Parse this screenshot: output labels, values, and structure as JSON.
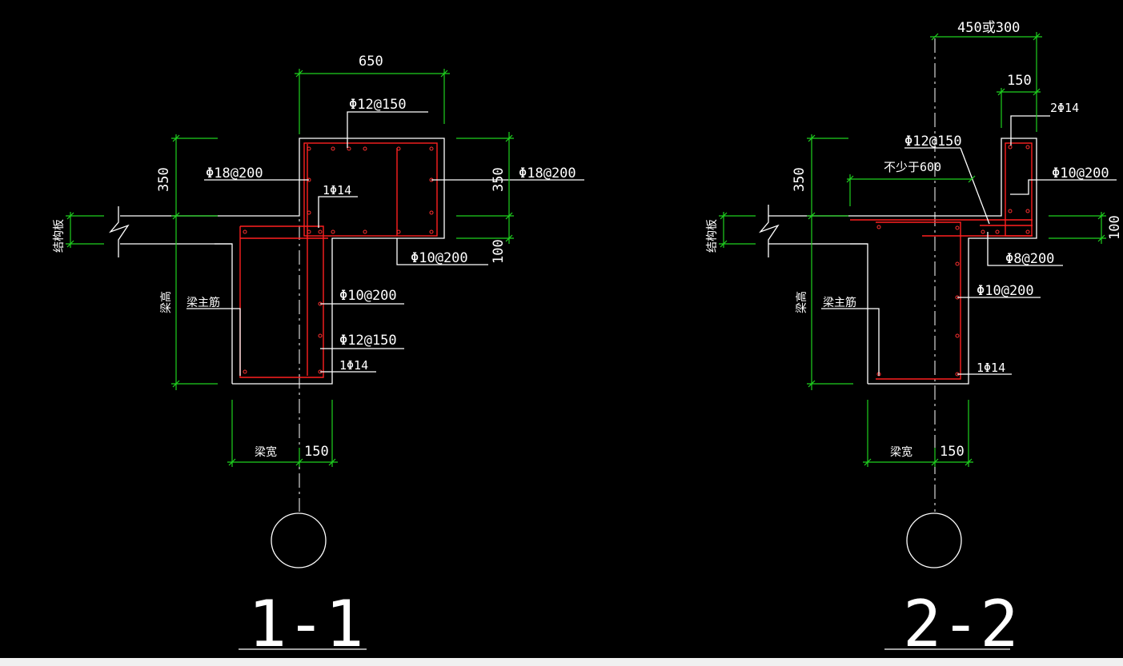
{
  "section_1_1": {
    "title": "1-1",
    "dim_top_width": "650",
    "dim_left_height": "350",
    "dim_right_height": "350",
    "dim_right_lower": "100",
    "dim_bottom_width": "150",
    "label_beam_width": "梁宽",
    "label_beam_height": "梁高",
    "label_beam_main_bar": "梁主筋",
    "label_slab": "结构板",
    "rebar_top": "Φ12@150",
    "rebar_left": "Φ18@200",
    "rebar_right": "Φ18@200",
    "rebar_corner": "1Φ14",
    "rebar_lower_right": "Φ10@200",
    "rebar_stirrup": "Φ10@200",
    "rebar_side": "Φ12@150",
    "rebar_bottom": "1Φ14"
  },
  "section_2_2": {
    "title": "2-2",
    "dim_top_width": "450或300",
    "dim_small_width": "150",
    "dim_left_height": "350",
    "dim_right_height": "100",
    "dim_bottom_width": "150",
    "label_beam_width": "梁宽",
    "label_beam_height": "梁高",
    "label_beam_main_bar": "梁主筋",
    "label_slab": "结构板",
    "label_min_length": "不少于600",
    "rebar_top_bars": "2Φ14",
    "rebar_top": "Φ12@150",
    "rebar_right": "Φ10@200",
    "rebar_mid": "Φ8@200",
    "rebar_stirrup": "Φ10@200",
    "rebar_bottom": "1Φ14"
  },
  "colors": {
    "background": "#000000",
    "dimension": "#1fd11f",
    "outline": "#ffffff",
    "rebar": "#ff2020"
  }
}
